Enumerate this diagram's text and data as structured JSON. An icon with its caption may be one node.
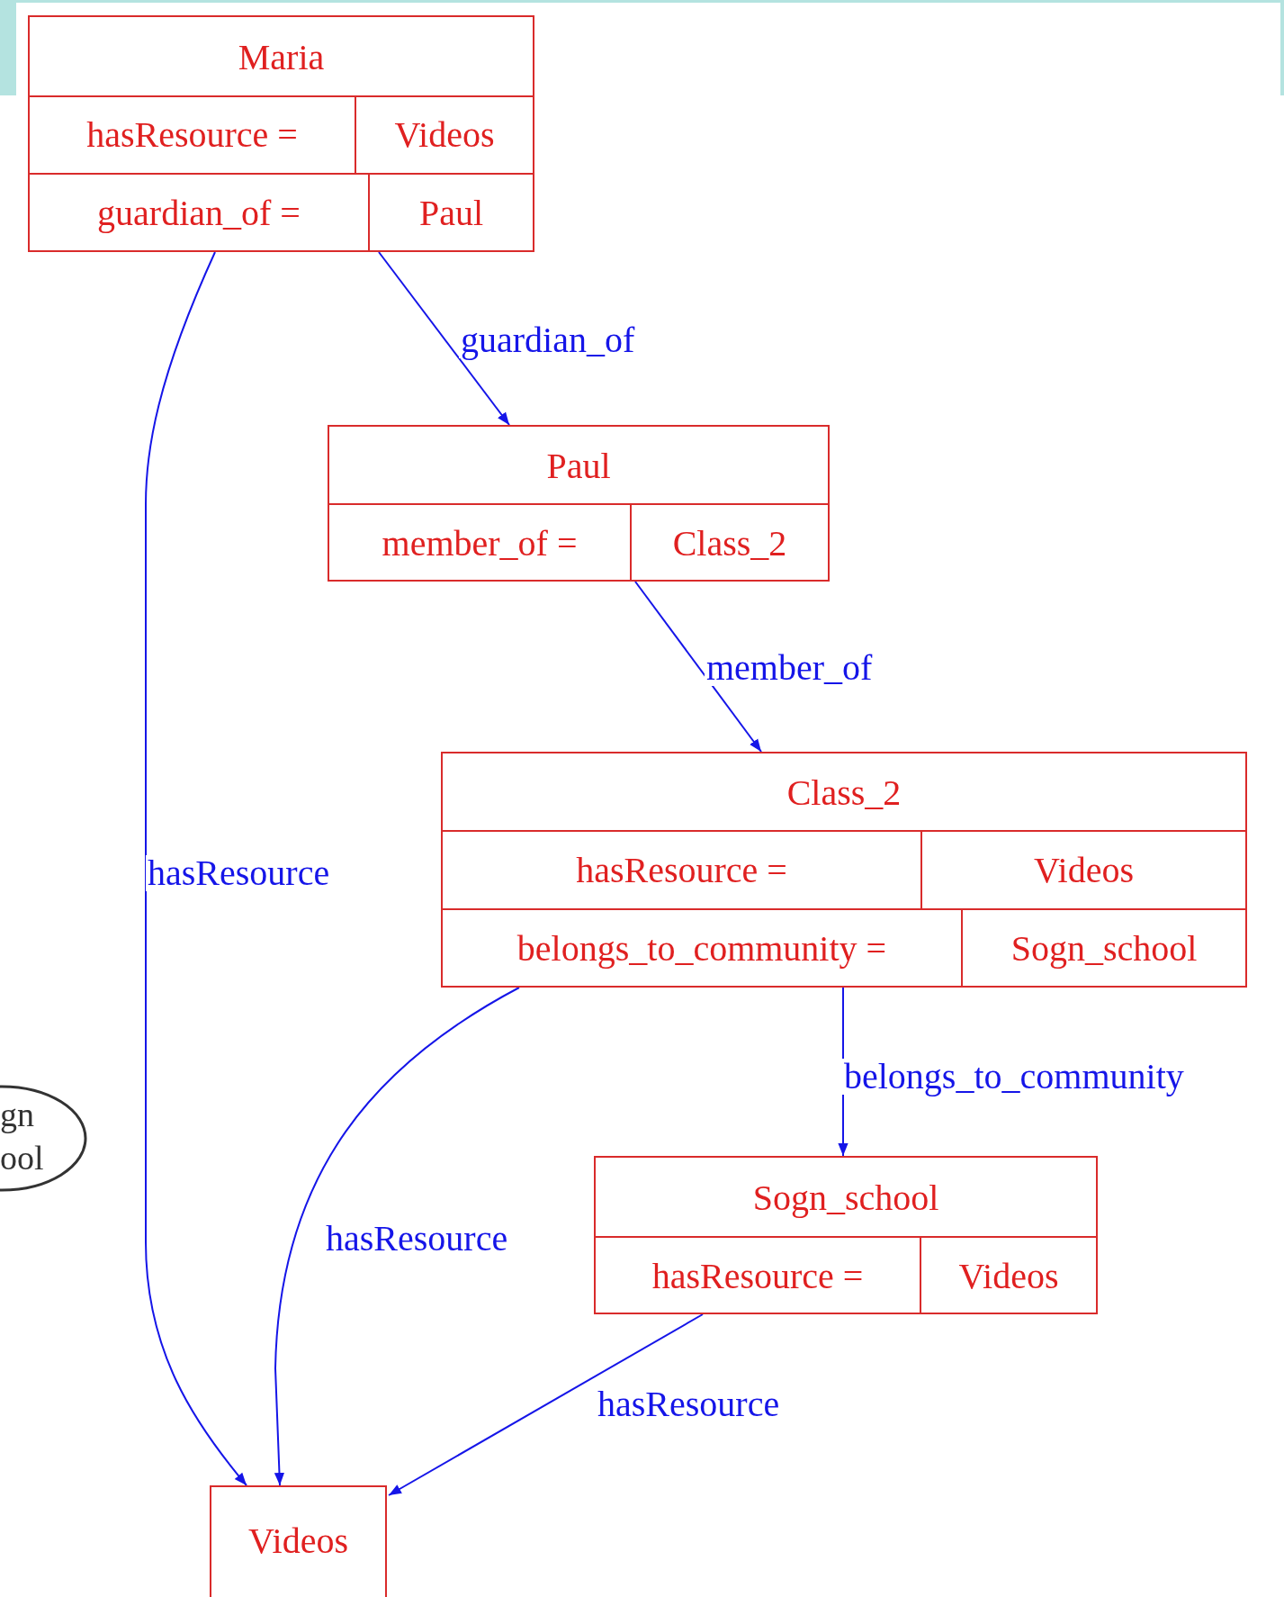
{
  "diagram": {
    "nodes": [
      {
        "text": [
          "Maria",
          "hasResource =",
          "Videos",
          "guardian_of =",
          "Paul"
        ]
      },
      {
        "text": [
          "Paul",
          "member_of =",
          "Class_2"
        ]
      },
      {
        "text": [
          "Class_2",
          "hasResource =",
          "Videos",
          "belongs_to_community =",
          "Sogn_school"
        ]
      },
      {
        "text": [
          "Sogn_school",
          "hasResource =",
          "Videos"
        ]
      },
      {
        "text": [
          "Videos"
        ]
      },
      {
        "text": [
          "gn ool"
        ]
      }
    ],
    "edges": [
      {
        "from": 0,
        "to": 4,
        "arrow": "to",
        "label": "hasResource"
      },
      {
        "from": 0,
        "to": 1,
        "arrow": "to",
        "label": "guardian_of"
      },
      {
        "from": 1,
        "to": 2,
        "arrow": "to",
        "label": "member_of"
      },
      {
        "from": 2,
        "to": 4,
        "arrow": "to",
        "label": "hasResource"
      },
      {
        "from": 2,
        "to": 3,
        "arrow": "to",
        "label": "belongs_to_community"
      },
      {
        "from": 3,
        "to": 4,
        "arrow": "to",
        "label": "hasResource"
      }
    ]
  }
}
